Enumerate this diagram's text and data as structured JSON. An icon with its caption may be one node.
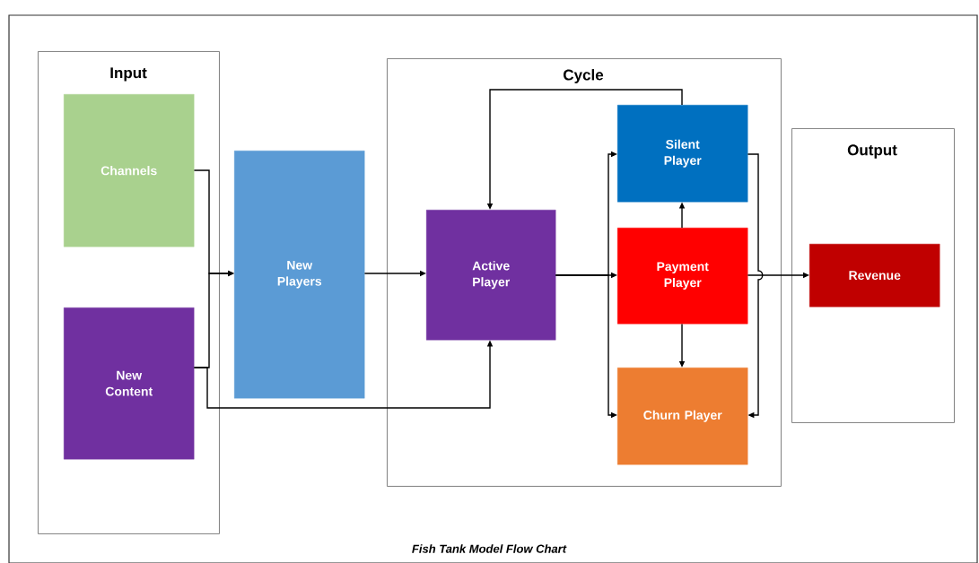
{
  "diagram": {
    "caption": "Fish Tank Model Flow Chart",
    "nodes": [
      {
        "text": [
          "Input"
        ]
      },
      {
        "text": [
          "Channels"
        ],
        "in": 0
      },
      {
        "text": [
          "New Content"
        ],
        "in": 0
      },
      {
        "text": [
          "New Players"
        ]
      },
      {
        "text": [
          "Cycle"
        ]
      },
      {
        "text": [
          "Active Player"
        ],
        "in": 4
      },
      {
        "text": [
          "Silent Player"
        ],
        "in": 4
      },
      {
        "text": [
          "Payment Player"
        ],
        "in": 4
      },
      {
        "text": [
          "Churn Player"
        ],
        "in": 4
      },
      {
        "text": [
          "Output"
        ]
      },
      {
        "text": [
          "Revenue"
        ],
        "in": 9
      }
    ],
    "edges": [
      {
        "from": 1,
        "to": 3,
        "arrow": "to"
      },
      {
        "from": 2,
        "to": 3,
        "arrow": "to"
      },
      {
        "from": 2,
        "to": 5,
        "arrow": "to"
      },
      {
        "from": 3,
        "to": 5,
        "arrow": "to"
      },
      {
        "from": 6,
        "to": 5,
        "arrow": "to"
      },
      {
        "from": 5,
        "to": 7,
        "arrow": "to"
      },
      {
        "from": 5,
        "to": 6,
        "arrow": "to"
      },
      {
        "from": 5,
        "to": 8,
        "arrow": "to"
      },
      {
        "from": 7,
        "to": 6,
        "arrow": "to"
      },
      {
        "from": 7,
        "to": 8,
        "arrow": "to"
      },
      {
        "from": 7,
        "to": 10,
        "arrow": "to"
      },
      {
        "from": 6,
        "to": 8,
        "arrow": "to"
      }
    ]
  }
}
